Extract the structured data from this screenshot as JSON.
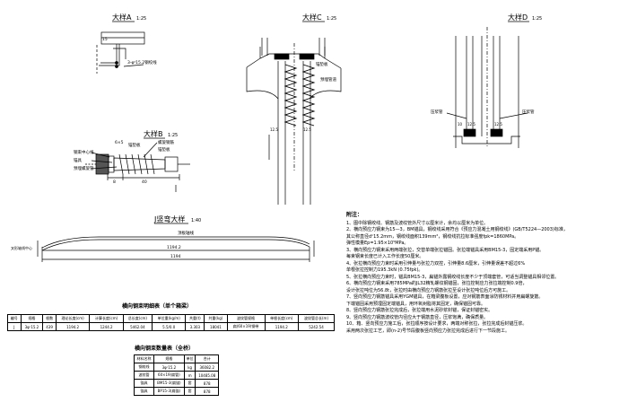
{
  "detail_a": {
    "title": "大样A",
    "scale": "1:25",
    "dim": "15",
    "note": "3-φˢ15.2钢绞线"
  },
  "detail_b": {
    "title": "大样B",
    "scale": "1:25",
    "dims": [
      "6×5",
      "8",
      "40"
    ],
    "labels": [
      "锚垫板",
      "钢束中心线",
      "锚具",
      "预埋螺旋管",
      "螺旋钢筋",
      "锚垫板"
    ]
  },
  "detail_c": {
    "title": "大样C",
    "scale": "1:25",
    "labels": [
      "锚垫板",
      "预埋管道"
    ],
    "dims": [
      "12.5",
      "12.5"
    ]
  },
  "detail_d": {
    "title": "大样D",
    "scale": "1:25",
    "labels": [
      "压浆管",
      "压浆管"
    ],
    "dims": [
      "10",
      "12.5",
      "12.5"
    ]
  },
  "profile": {
    "title": "J竖弯大样",
    "scale": "1:40",
    "label_left": "叉形轴线中心",
    "label_mid": "顶板轴线",
    "dim1": "1194.2",
    "dim2": "1194"
  },
  "table1": {
    "title": "横向钢束明细表（单个箱梁）",
    "headers": [
      "编号",
      "规格",
      "根数",
      "理论长度(cm)",
      "计算长度(cm)",
      "总长度(cm)",
      "单位重(kg/m)",
      "共重(t)",
      "共重(kg)",
      "波纹管规格",
      "单根长度(cm)",
      "波纹管总长(m)"
    ],
    "rows": [
      [
        "J",
        "3φˢ15.2",
        "439",
        "1194.2",
        "1244.2",
        "5462.04",
        "5.5/0.0",
        "3.303",
        "18041",
        "扁(60×19)钢带",
        "1194.2",
        "5242.54"
      ]
    ]
  },
  "table2": {
    "title": "横向钢束数量表（全桥）",
    "headers": [
      "材料名称",
      "规格",
      "单位",
      "合计"
    ],
    "rows": [
      [
        "钢绞线",
        "3φˢ15.2",
        "kg",
        "36082.2"
      ],
      [
        "波纹管",
        "60×19(扁管)",
        "m",
        "10485.08"
      ],
      [
        "锚具",
        "BM15-3(扁锚)",
        "套",
        "878"
      ],
      [
        "锚具",
        "BP15-3(扁锚)",
        "套",
        "878"
      ]
    ]
  },
  "notes": {
    "title": "附注：",
    "items": [
      "1、图中除钢绞线、钢筋及波纹管外尺寸以厘米计，余均以厘米为单位。",
      "2、横向预应力钢束为15—3，BM锚具，钢绞线采用符合《预应力混凝土用钢绞线》(GB/T5224—2003)标准，",
      "   其公称直径dⁿ15.2mm，钢绞线面积139mm²，钢绞线抗拉标准强度fpk=1860MPa。",
      "   弹性模量Ep=1.95×10⁵MPa。",
      "3、横向预应力钢束采用两端张拉，交替单端张拉锚固。张拉端锚具采用BM15-3，固定端采用P锚。",
      "   每束钢束长度已计入工作长度50厘米。",
      "4、张拉横向预应力束时采用引伸量与张拉力双控，引伸量8.6厘米，引伸量误差不超过6%",
      "   单根张拉控制力195.3kN (0.75fpk)。",
      "5、张拉横向预应力束时，锚具BM15-3，扁锚外露钢绞线长度不少于顶端套管，可适当调整锚具相邻位置。",
      "6、横向预应力钢束采用785MPa的JL32精轧螺纹钢锚固，张拉控制应力张拉端控制0.9倍，",
      "   设计张拉吨位为56.8t，张拉时由横向预应力钢筋张拉至设计张拉吨位后方可施工。",
      "7、竖向预应力钢筋锚具采用YGM锚具，在箱梁腹板设置，应对钢筋表面涂防锈材料并用扁螺旋筋。",
      "   下端锚固采用预埋固定端锚具，用环氧树脂将其固定，确保锚固可靠。",
      "8、竖向预应力钢筋张拉完成后，张拉端用水泥砂浆封锚，保证封锚密实。",
      "9、竖向预应力钢筋波纹管内径应大于钢筋直径，压浆饱满，确保质量。",
      "10、箱、竖向预应力施工后，张拉顺序按设计要求，两端对称张拉，张拉完成后封锚压浆。",
      "   采用两次张拉工艺，即(n-2)号节段腹板竖向预应力张拉完成后进行下一节段施工。"
    ]
  }
}
